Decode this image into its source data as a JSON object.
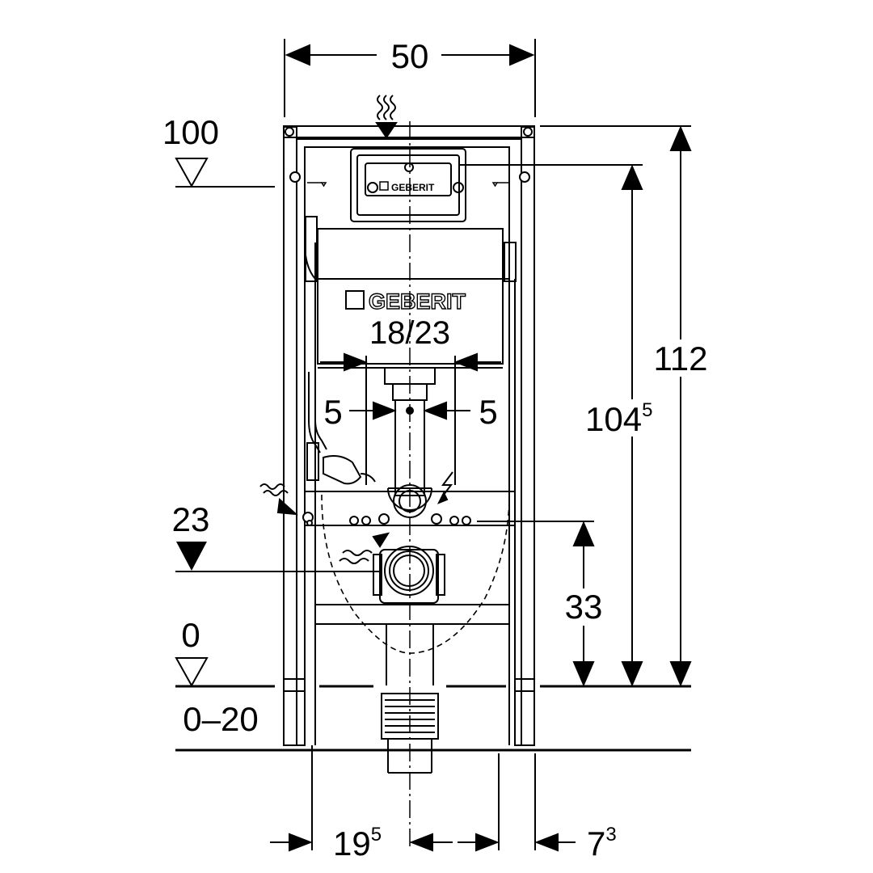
{
  "brand": {
    "logo": "GEBERIT",
    "plate_logo": "GEBERIT",
    "cistern_size": "18/23"
  },
  "levels": {
    "top": "100",
    "connection": "23",
    "floor": "0",
    "floor_range": "0–20"
  },
  "dimensions": {
    "frame_width": "50",
    "total_height": "112",
    "actuator_height_main": "104",
    "actuator_height_sup": "5",
    "drain_height": "33",
    "flush_offset_left": "5",
    "flush_offset_right": "5",
    "bottom_left_main": "19",
    "bottom_left_sup": "5",
    "bottom_right_main": "7",
    "bottom_right_sup": "3"
  },
  "icons": [
    "water-supply-icon",
    "electric-supply-icon",
    "level-triangle-icon"
  ],
  "colors": {
    "line": "#000000",
    "background": "#ffffff"
  }
}
